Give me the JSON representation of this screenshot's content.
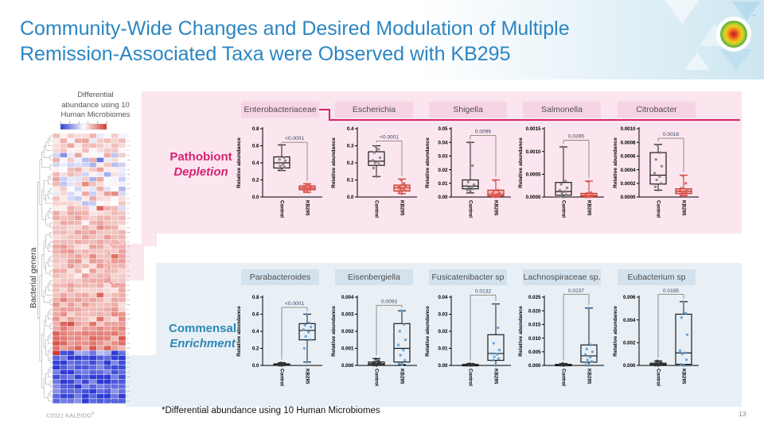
{
  "slide": {
    "title_line1": "Community-Wide Changes and Desired Modulation of Multiple",
    "title_line2": "Remission-Associated Taxa were Observed with KB295",
    "footer_note": "*Differential abundance using 10 Human Microbiomes",
    "copyright": "©2021 KALEIDO",
    "copyright_reg": "®",
    "page_number": "13",
    "accent_blue": "#2b85c2",
    "accent_magenta": "#d6246e",
    "logo_name": "kaleido-logo",
    "logo_tm": "™"
  },
  "heatmap": {
    "title_lines": [
      "Differential",
      "abundance using 10",
      "Human Microbiomes"
    ],
    "y_axis_label": "Bacterial genera",
    "rows": 56,
    "cols": 10,
    "color_scale": {
      "low": "#2d3bd3",
      "mid": "#ffffff",
      "high": "#d43a2e"
    },
    "zones": [
      {
        "start": 0,
        "end": 4,
        "base": 0.18,
        "sd": 0.28
      },
      {
        "start": 4,
        "end": 16,
        "base": 0.02,
        "sd": 0.45
      },
      {
        "start": 16,
        "end": 34,
        "base": 0.28,
        "sd": 0.22
      },
      {
        "start": 34,
        "end": 40,
        "base": 0.35,
        "sd": 0.3
      },
      {
        "start": 40,
        "end": 45,
        "base": 0.55,
        "sd": 0.28
      },
      {
        "start": 45,
        "end": 46,
        "base": -0.6,
        "sd": 0.45,
        "special_first_col": 1
      },
      {
        "start": 46,
        "end": 56,
        "base": -0.78,
        "sd": 0.3
      }
    ]
  },
  "sections": [
    {
      "id": "pathobiont",
      "label_line1": "Pathobiont",
      "label_line2": "Depletion",
      "color": "#d6246e",
      "panel_bg": "#fbe5ef",
      "tab_bg": "#f7d4e3",
      "plot_indices": [
        1,
        2,
        3,
        4,
        5
      ],
      "ctrl_dot": "#7d7d7d",
      "kb_stroke": "#c0322a",
      "kb_fill": "#f5beb8",
      "kb_dot": "#e2564c"
    },
    {
      "id": "commensal",
      "label_line1": "Commensal",
      "label_line2": "Enrichment",
      "color": "#2e86b5",
      "panel_bg": "#e8f0f6",
      "tab_bg": "#d4e2ed",
      "plot_indices": [
        6,
        7,
        8,
        9,
        10
      ],
      "ctrl_dot": "#333333",
      "kb_stroke": "#1b1b1b",
      "kb_fill": "none",
      "kb_dot": "#5b9bd5"
    }
  ],
  "chart_data": [
    {
      "type": "heatmap",
      "title": "Differential abundance using 10 Human Microbiomes",
      "ylabel": "Bacterial genera",
      "rows": 56,
      "cols": 10,
      "legend": "diverging blue-white-red scale",
      "description": "upper ~45 rows mostly red (increased), bottom ~10 rows strongly blue (decreased)"
    },
    {
      "type": "box",
      "title": "Enterobacteriaceae",
      "p_value": "<0.0001",
      "ylabel": "Relative abundance",
      "ylim": [
        0,
        0.8
      ],
      "yticks": [
        "0.0",
        "0.2",
        "0.4",
        "0.6",
        "0.8"
      ],
      "bracket_frac": 0.8,
      "groups": [
        {
          "name": "Control",
          "whisker_low": 0.31,
          "q1": 0.34,
          "median": 0.4,
          "q3": 0.47,
          "whisker_high": 0.61,
          "points": [
            0.32,
            0.335,
            0.35,
            0.365,
            0.38,
            0.4,
            0.425,
            0.44,
            0.46,
            0.61
          ]
        },
        {
          "name": "KB295",
          "whisker_low": 0.055,
          "q1": 0.085,
          "median": 0.105,
          "q3": 0.13,
          "whisker_high": 0.155,
          "points": [
            0.06,
            0.07,
            0.085,
            0.095,
            0.1,
            0.11,
            0.115,
            0.125,
            0.135,
            0.15
          ]
        }
      ]
    },
    {
      "type": "box",
      "title": "Escherichia",
      "p_value": "<0.0001",
      "ylabel": "Relative abundance",
      "ylim": [
        0,
        0.4
      ],
      "yticks": [
        "0.0",
        "0.1",
        "0.2",
        "0.3",
        "0.4"
      ],
      "bracket_frac": 0.82,
      "groups": [
        {
          "name": "Control",
          "whisker_low": 0.12,
          "q1": 0.185,
          "median": 0.21,
          "q3": 0.265,
          "whisker_high": 0.3,
          "points": [
            0.12,
            0.17,
            0.19,
            0.2,
            0.205,
            0.215,
            0.23,
            0.26,
            0.28,
            0.295
          ]
        },
        {
          "name": "KB295",
          "whisker_low": 0.02,
          "q1": 0.035,
          "median": 0.055,
          "q3": 0.07,
          "whisker_high": 0.105,
          "points": [
            0.02,
            0.03,
            0.04,
            0.045,
            0.05,
            0.055,
            0.06,
            0.065,
            0.08,
            0.1
          ]
        }
      ]
    },
    {
      "type": "box",
      "title": "Shigella",
      "p_value": "0.0096",
      "ylabel": "Relative abundance",
      "ylim": [
        0,
        0.05
      ],
      "yticks": [
        "0.00",
        "0.01",
        "0.02",
        "0.03",
        "0.04",
        "0.05"
      ],
      "bracket_frac": 0.9,
      "groups": [
        {
          "name": "Control",
          "whisker_low": 0.003,
          "q1": 0.006,
          "median": 0.008,
          "q3": 0.0125,
          "whisker_high": 0.04,
          "points": [
            0.004,
            0.005,
            0.006,
            0.007,
            0.0075,
            0.008,
            0.009,
            0.011,
            0.023,
            0.04
          ]
        },
        {
          "name": "KB295",
          "whisker_low": 0,
          "q1": 0.0008,
          "median": 0.002,
          "q3": 0.005,
          "whisker_high": 0.0125,
          "points": [
            0,
            0.0005,
            0.001,
            0.0015,
            0.002,
            0.0025,
            0.003,
            0.004,
            0.005,
            0.012
          ]
        }
      ]
    },
    {
      "type": "box",
      "title": "Salmonella",
      "p_value": "0.0395",
      "ylabel": "Relative abundance",
      "ylim": [
        0,
        0.0015
      ],
      "yticks": [
        "0.0000",
        "0.0005",
        "0.0010",
        "0.0015"
      ],
      "bracket_frac": 0.83,
      "groups": [
        {
          "name": "Control",
          "whisker_low": 0,
          "q1": 4e-05,
          "median": 0.00012,
          "q3": 0.00032,
          "whisker_high": 0.0011,
          "points": [
            0,
            2e-05,
            5e-05,
            8e-05,
            0.00012,
            0.00015,
            0.0002,
            0.00028,
            0.00035,
            0.0011
          ]
        },
        {
          "name": "KB295",
          "whisker_low": 0,
          "q1": 1e-05,
          "median": 3e-05,
          "q3": 8e-05,
          "whisker_high": 0.00035,
          "points": [
            0,
            0,
            1e-05,
            2e-05,
            3e-05,
            5e-05,
            6e-05,
            8e-05,
            0.0001,
            0.00034
          ]
        }
      ]
    },
    {
      "type": "box",
      "title": "Citrobacter",
      "p_value": "0.0018",
      "ylabel": "Relative abundance",
      "ylim": [
        0,
        0.001
      ],
      "yticks": [
        "0.0000",
        "0.0002",
        "0.0004",
        "0.0006",
        "0.0008",
        "0.0010"
      ],
      "bracket_frac": 0.86,
      "groups": [
        {
          "name": "Control",
          "whisker_low": 0.0001,
          "q1": 0.00019,
          "median": 0.00032,
          "q3": 0.00065,
          "whisker_high": 0.00077,
          "points": [
            0.0001,
            0.00015,
            0.0002,
            0.00025,
            0.0003,
            0.00035,
            0.00045,
            0.00055,
            0.00065,
            0.00076
          ]
        },
        {
          "name": "KB295",
          "whisker_low": 2e-05,
          "q1": 5e-05,
          "median": 8e-05,
          "q3": 0.00012,
          "whisker_high": 0.00032,
          "points": [
            2e-05,
            4e-05,
            5e-05,
            7e-05,
            8e-05,
            0.0001,
            0.00011,
            0.00013,
            0.0002,
            0.00031
          ]
        }
      ]
    },
    {
      "type": "box",
      "title": "Parabacteroides",
      "p_value": "<0.0001",
      "ylabel": "Relative abundance",
      "ylim": [
        0,
        0.8
      ],
      "yticks": [
        "0.0",
        "0.2",
        "0.4",
        "0.6",
        "0.8"
      ],
      "bracket_frac": 0.85,
      "groups": [
        {
          "name": "Control",
          "whisker_low": 0,
          "q1": 0.004,
          "median": 0.01,
          "q3": 0.018,
          "whisker_high": 0.032,
          "points": [
            0,
            0.003,
            0.005,
            0.007,
            0.01,
            0.012,
            0.015,
            0.02,
            0.025,
            0.03
          ]
        },
        {
          "name": "KB295",
          "whisker_low": 0.04,
          "q1": 0.3,
          "median": 0.41,
          "q3": 0.49,
          "whisker_high": 0.6,
          "points": [
            0.04,
            0.2,
            0.3,
            0.34,
            0.39,
            0.42,
            0.45,
            0.47,
            0.5,
            0.6
          ]
        }
      ]
    },
    {
      "type": "box",
      "title": "Eisenbergiella",
      "p_value": "0.0093",
      "ylabel": "Relative abundance",
      "ylim": [
        0,
        0.004
      ],
      "yticks": [
        "0.000",
        "0.001",
        "0.002",
        "0.003",
        "0.004"
      ],
      "bracket_frac": 0.88,
      "groups": [
        {
          "name": "Control",
          "whisker_low": 0,
          "q1": 3e-05,
          "median": 0.0001,
          "q3": 0.0002,
          "whisker_high": 0.0004,
          "points": [
            0,
            2e-05,
            5e-05,
            8e-05,
            0.0001,
            0.00013,
            0.00016,
            0.0002,
            0.00028,
            0.00038
          ]
        },
        {
          "name": "KB295",
          "whisker_low": 5e-05,
          "q1": 0.0002,
          "median": 0.001,
          "q3": 0.00245,
          "whisker_high": 0.0032,
          "points": [
            5e-05,
            0.0001,
            0.0003,
            0.0006,
            0.0009,
            0.0012,
            0.0015,
            0.002,
            0.0024,
            0.0032
          ]
        }
      ]
    },
    {
      "type": "box",
      "title": "Fusicatenibacter sp",
      "p_value": "0.0132",
      "ylabel": "Relative abundance",
      "ylim": [
        0,
        0.04
      ],
      "yticks": [
        "0.00",
        "0.01",
        "0.02",
        "0.03",
        "0.04"
      ],
      "bracket_frac": 1.03,
      "groups": [
        {
          "name": "Control",
          "whisker_low": 0,
          "q1": 0.0001,
          "median": 0.0003,
          "q3": 0.0006,
          "whisker_high": 0.001,
          "points": [
            0,
            0.0001,
            0.0002,
            0.0003,
            0.0004,
            0.0005,
            0.0006,
            0.0007,
            0.0008,
            0.001
          ]
        },
        {
          "name": "KB295",
          "whisker_low": 0,
          "q1": 0.003,
          "median": 0.007,
          "q3": 0.018,
          "whisker_high": 0.036,
          "points": [
            0,
            0.003,
            0.004,
            0.005,
            0.0065,
            0.007,
            0.009,
            0.013,
            0.022,
            0.036
          ]
        }
      ]
    },
    {
      "type": "box",
      "title": "Lachnospiraceae sp.",
      "p_value": "0.0237",
      "ylabel": "Relative abundance",
      "ylim": [
        0,
        0.025
      ],
      "yticks": [
        "0.000",
        "0.005",
        "0.010",
        "0.015",
        "0.020",
        "0.025"
      ],
      "bracket_frac": 1.04,
      "groups": [
        {
          "name": "Control",
          "whisker_low": 0,
          "q1": 0.0001,
          "median": 0.0002,
          "q3": 0.0004,
          "whisker_high": 0.0007,
          "points": [
            0,
            0.0001,
            0.00015,
            0.0002,
            0.00025,
            0.0003,
            0.00035,
            0.0004,
            0.0005,
            0.0007
          ]
        },
        {
          "name": "KB295",
          "whisker_low": 0,
          "q1": 0.0012,
          "median": 0.0035,
          "q3": 0.0075,
          "whisker_high": 0.021,
          "points": [
            0,
            0.001,
            0.0015,
            0.002,
            0.003,
            0.004,
            0.005,
            0.006,
            0.0075,
            0.021
          ]
        }
      ]
    },
    {
      "type": "box",
      "title": "Eubacterium sp",
      "p_value": "0.0195",
      "ylabel": "Relative abundance",
      "ylim": [
        0,
        0.006
      ],
      "yticks": [
        "0.000",
        "0.002",
        "0.004",
        "0.006"
      ],
      "bracket_frac": 1.04,
      "groups": [
        {
          "name": "Control",
          "whisker_low": 0,
          "q1": 5e-05,
          "median": 0.0001,
          "q3": 0.0002,
          "whisker_high": 0.0004,
          "points": [
            0,
            2e-05,
            5e-05,
            8e-05,
            0.0001,
            0.00013,
            0.00018,
            0.00022,
            0.0003,
            0.0004
          ]
        },
        {
          "name": "KB295",
          "whisker_low": 0,
          "q1": 0.0001,
          "median": 0.0011,
          "q3": 0.0045,
          "whisker_high": 0.0056,
          "points": [
            0,
            0.0001,
            0.0005,
            0.001,
            0.0011,
            0.0013,
            0.0027,
            0.0042,
            0.0046,
            0.0056
          ]
        }
      ]
    }
  ]
}
